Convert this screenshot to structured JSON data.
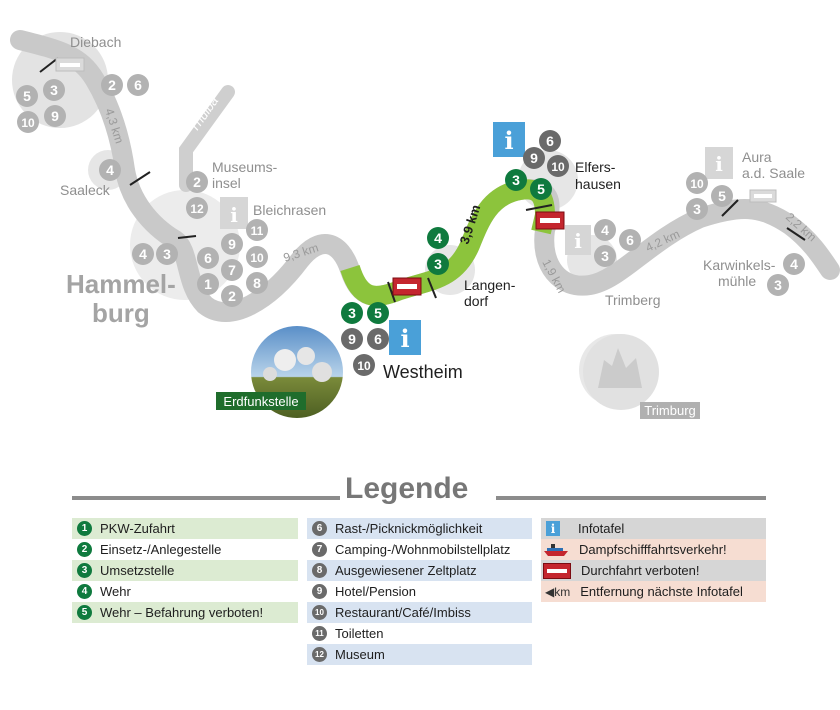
{
  "places": {
    "diebach": "Diebach",
    "saaleck": "Saaleck",
    "hammelburg_1": "Hammel-",
    "hammelburg_2": "burg",
    "museumsinsel_1": "Museums-",
    "museumsinsel_2": "insel",
    "bleichrasen": "Bleichrasen",
    "thulba": "Thulba",
    "westheim": "Westheim",
    "langendorf_1": "Langen-",
    "langendorf_2": "dorf",
    "elfershausen_1": "Elfers-",
    "elfershausen_2": "hausen",
    "aura_1": "Aura",
    "aura_2": "a.d. Saale",
    "trimberg": "Trimberg",
    "karwinkelsmuehle_1": "Karwinkels-",
    "karwinkelsmuehle_2": "mühle",
    "erdfunkstelle": "Erdfunkstelle",
    "trimburg": "Trimburg"
  },
  "distances": {
    "d1": "4,3 km",
    "d2": "9,3 km",
    "d3": "3,9 km",
    "d4": "1,9 km",
    "d5": "4,2 km",
    "d6": "2,2 km"
  },
  "markers": {
    "one": "1",
    "two": "2",
    "three": "3",
    "four": "4",
    "five": "5",
    "six": "6",
    "seven": "7",
    "eight": "8",
    "nine": "9",
    "ten": "10",
    "eleven": "11",
    "twelve": "12",
    "info": "i"
  },
  "legend": {
    "title": "Legende",
    "col1": [
      {
        "num": "1",
        "label": "PKW-Zufahrt"
      },
      {
        "num": "2",
        "label": "Einsetz-/Anlegestelle"
      },
      {
        "num": "3",
        "label": "Umsetzstelle"
      },
      {
        "num": "4",
        "label": "Wehr"
      },
      {
        "num": "5",
        "label": "Wehr – Befahrung verboten!"
      }
    ],
    "col2": [
      {
        "num": "6",
        "label": "Rast-/Picknickmöglichkeit"
      },
      {
        "num": "7",
        "label": "Camping-/Wohnmobilstellplatz"
      },
      {
        "num": "8",
        "label": "Ausgewiesener Zeltplatz"
      },
      {
        "num": "9",
        "label": "Hotel/Pension"
      },
      {
        "num": "10",
        "label": "Restaurant/Café/Imbiss"
      },
      {
        "num": "11",
        "label": "Toiletten"
      },
      {
        "num": "12",
        "label": "Museum"
      }
    ],
    "col3": [
      {
        "label": "Infotafel"
      },
      {
        "label": "Dampfschifffahrtsverkehr!"
      },
      {
        "label": "Durchfahrt verboten!"
      },
      {
        "label": "Entfernung nächste Infotafel"
      }
    ],
    "km_symbol": "km"
  },
  "colors": {
    "river": "#c9c9c9",
    "river_area": "#e3e3e3",
    "highlight": "#8cc43c",
    "green_marker": "#0f7a3e",
    "gray_marker": "#6a6a6a",
    "info_blue": "#4aa0d8",
    "prohibit_red": "#c4262e",
    "label_green": "#1f6d2c",
    "label_gray": "#8f8f8f"
  }
}
